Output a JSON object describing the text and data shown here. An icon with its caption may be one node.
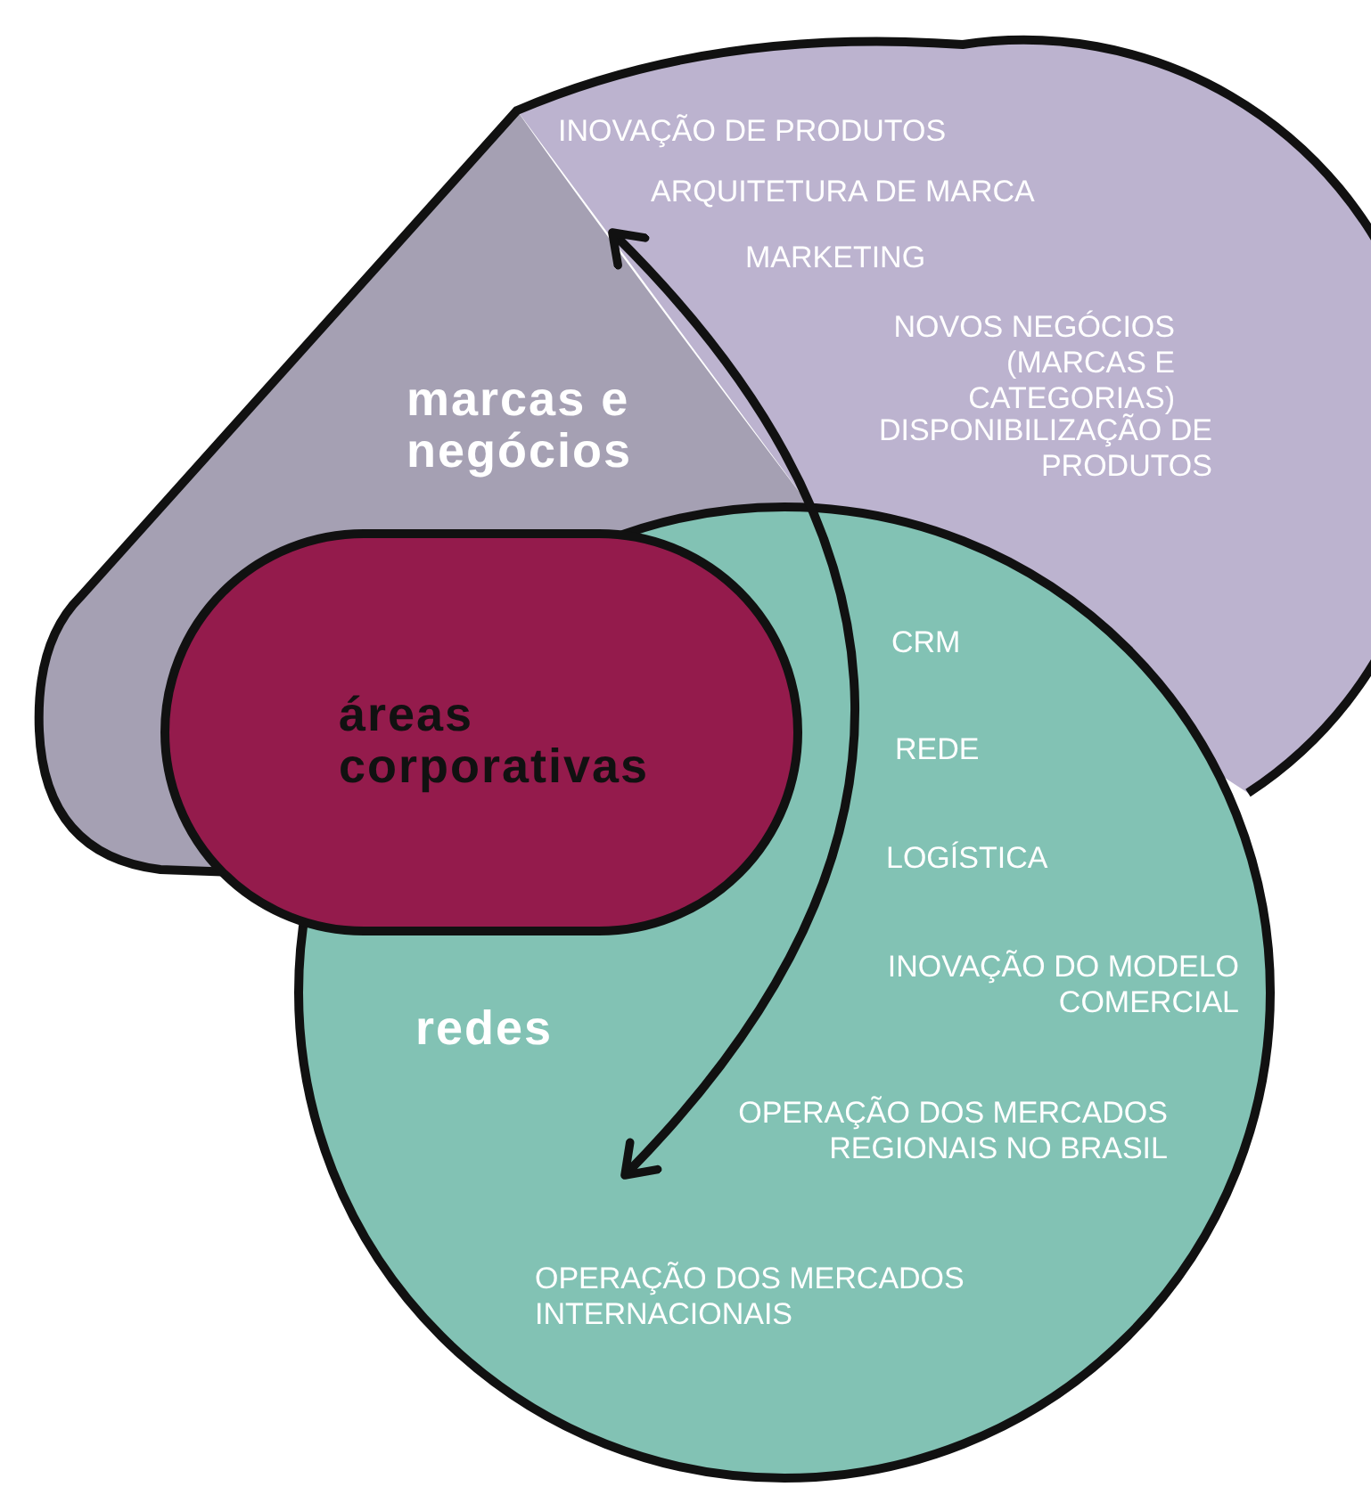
{
  "diagram": {
    "nodes": [
      {
        "text": [
          "marcas e negócios"
        ]
      },
      {
        "text": [
          "redes"
        ]
      },
      {
        "text": [
          "áreas corporativas"
        ]
      }
    ],
    "edges": [
      {
        "from": 0,
        "to": 1,
        "arrow": "both"
      }
    ],
    "labels": [
      "INOVAÇÃO DE PRODUTOS",
      "ARQUITETURA DE MARCA",
      "MARKETING",
      "NOVOS NEGÓCIOS (MARCAS E CATEGORIAS)",
      "DISPONIBILIZAÇÃO DE PRODUTOS",
      "CRM",
      "REDE",
      "LOGÍSTICA",
      "INOVAÇÃO DO MODELO COMERCIAL",
      "OPERAÇÃO DOS MERCADOS REGIONAIS NO BRASIL",
      "OPERAÇÃO DOS MERCADOS INTERNACIONAIS"
    ]
  }
}
